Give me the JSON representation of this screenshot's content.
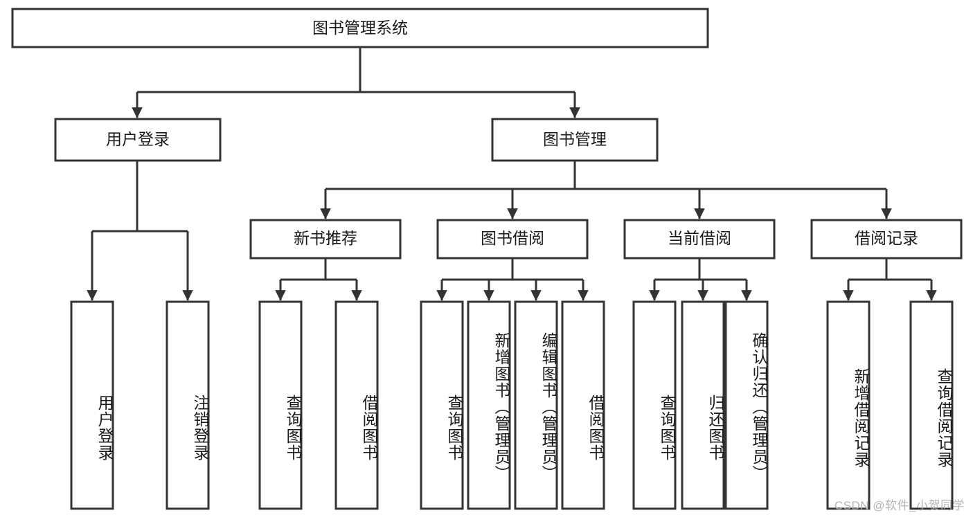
{
  "diagram": {
    "title": "图书管理系统",
    "type": "tree-hierarchy",
    "root": {
      "label": "图书管理系统"
    },
    "level2": [
      {
        "label": "用户登录"
      },
      {
        "label": "图书管理"
      }
    ],
    "level3": [
      {
        "label": "新书推荐"
      },
      {
        "label": "图书借阅"
      },
      {
        "label": "当前借阅"
      },
      {
        "label": "借阅记录"
      }
    ],
    "leaves_user_login": [
      {
        "label": "用户登录"
      },
      {
        "label": "注销登录"
      }
    ],
    "leaves_new_book": [
      {
        "label": "查询图书"
      },
      {
        "label": "借阅图书"
      }
    ],
    "leaves_borrow": [
      {
        "label": "查询图书"
      },
      {
        "label": "新增图书（管理员）"
      },
      {
        "label": "编辑图书（管理员）"
      },
      {
        "label": "借阅图书"
      }
    ],
    "leaves_current": [
      {
        "label": "查询图书"
      },
      {
        "label": "归还图书"
      },
      {
        "label": "确认归还（管理员）"
      }
    ],
    "leaves_records": [
      {
        "label": "新增借阅记录"
      },
      {
        "label": "查询借阅记录"
      }
    ]
  },
  "watermark": {
    "text": "CSDN @软件_小贺同学"
  },
  "colors": {
    "stroke": "#333333",
    "fill": "#ffffff",
    "text": "#1a1a1a",
    "watermark": "#b4b4b4"
  }
}
